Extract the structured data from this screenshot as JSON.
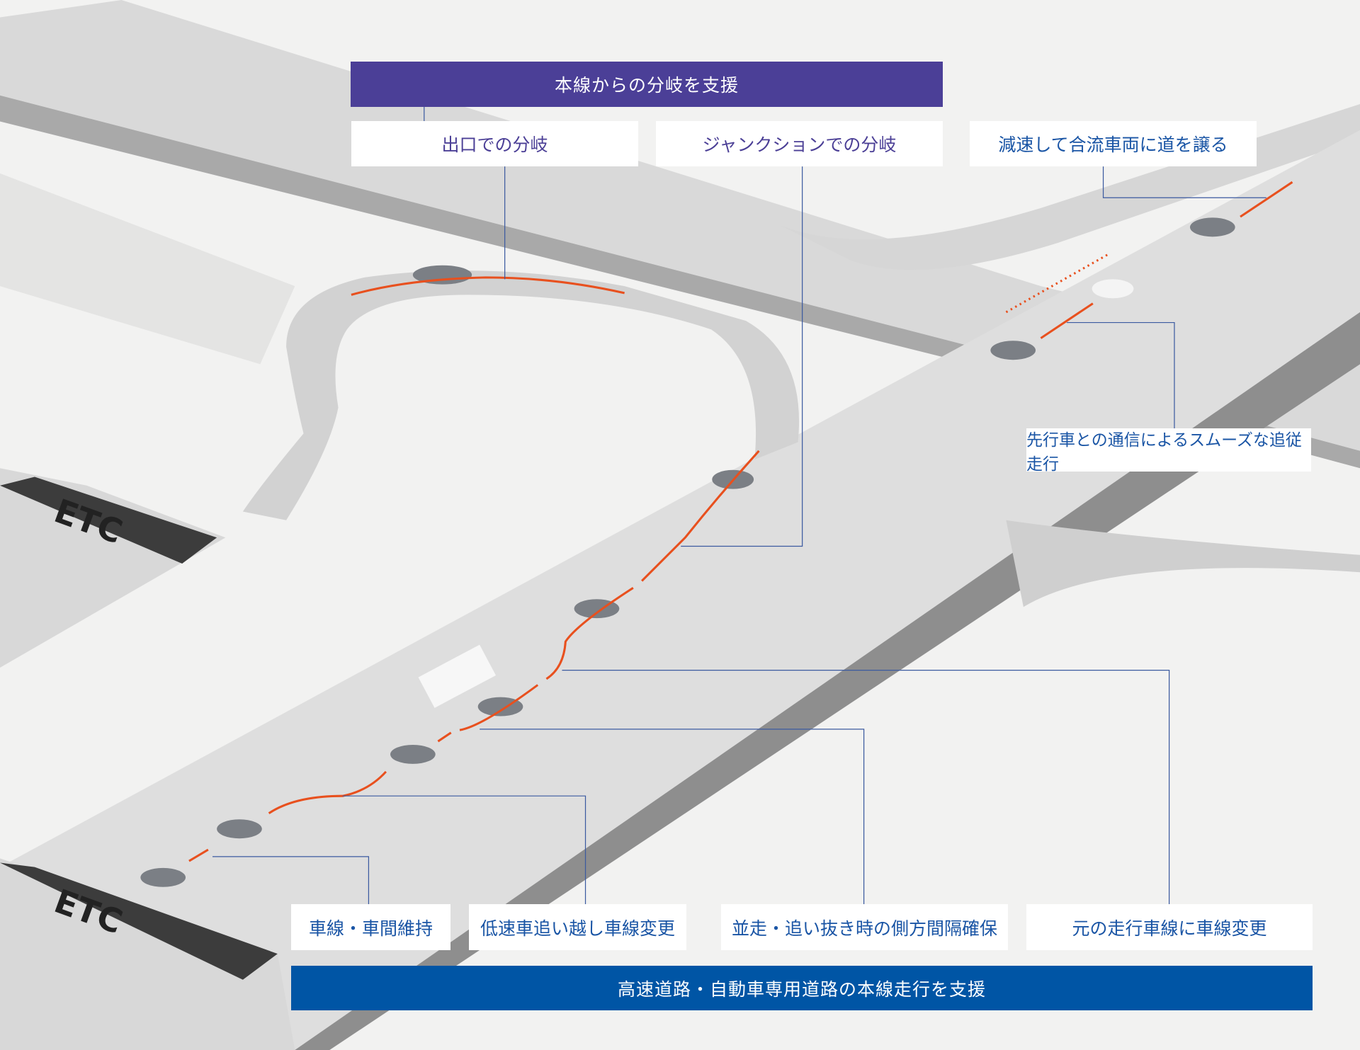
{
  "colors": {
    "branch_banner": "#4b3f97",
    "mainline_banner": "#0055a5",
    "branch_text": "#4b3f96",
    "mainline_text": "#1a55a5",
    "path": "#e8501e",
    "leader": "#3b5aa0"
  },
  "branch_section": {
    "title": "本線からの分岐を支援",
    "labels": [
      "出口での分岐",
      "ジャンクションでの分岐",
      "減速して合流車両に道を譲る"
    ]
  },
  "follow_label": "先行車との通信によるスムーズな追従走行",
  "mainline_section": {
    "title": "高速道路・自動車専用道路の本線走行を支援",
    "labels": [
      "車線・車間維持",
      "低速車追い越し車線変更",
      "並走・追い抜き時の側方間隔確保",
      "元の走行車線に車線変更"
    ]
  },
  "signs": [
    "ETC",
    "ETC"
  ]
}
